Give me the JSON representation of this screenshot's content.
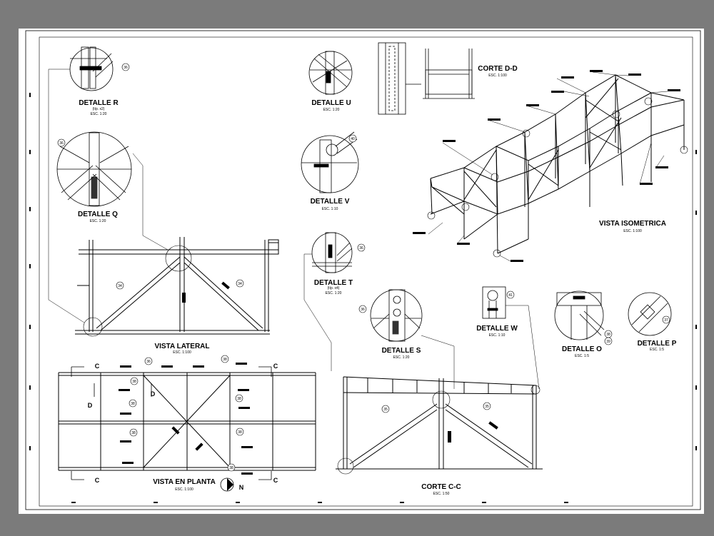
{
  "details": {
    "R": {
      "title": "DETALLE R",
      "sub": "(típ. x2)",
      "scale": "ESC. 1:20"
    },
    "U": {
      "title": "DETALLE U",
      "scale": "ESC. 1:20"
    },
    "Q": {
      "title": "DETALLE Q",
      "scale": "ESC. 1:20"
    },
    "V": {
      "title": "DETALLE V",
      "scale": "ESC. 1:10"
    },
    "T": {
      "title": "DETALLE T",
      "sub": "(típ. x4)",
      "scale": "ESC. 1:20"
    },
    "S": {
      "title": "DETALLE S",
      "scale": "ESC. 1:20"
    },
    "W": {
      "title": "DETALLE W",
      "scale": "ESC. 1:10"
    },
    "O": {
      "title": "DETALLE O",
      "scale": "ESC. 1:5"
    },
    "P": {
      "title": "DETALLE P",
      "scale": "ESC. 1:5"
    }
  },
  "views": {
    "corte_dd": {
      "title": "CORTE D-D",
      "scale": "ESC. 1:100"
    },
    "isometrica": {
      "title": "VISTA ISOMETRICA",
      "scale": "ESC. 1:100"
    },
    "lateral": {
      "title": "VISTA LATERAL",
      "scale": "ESC. 1:100"
    },
    "planta": {
      "title": "VISTA EN PLANTA",
      "scale": "ESC. 1:100"
    },
    "corte_cc": {
      "title": "CORTE C-C",
      "scale": "ESC. 1:50"
    }
  },
  "section_marks": {
    "c": "C",
    "d": "D",
    "north": "N"
  },
  "bubbles": {
    "b36": "36",
    "b40": "40",
    "b41": "41",
    "b34": "34",
    "b35": "35",
    "b37": "37",
    "b38": "38",
    "b39": "39"
  },
  "colors": {
    "background": "#7b7b7b",
    "paper": "#ffffff",
    "ink": "#000000"
  }
}
